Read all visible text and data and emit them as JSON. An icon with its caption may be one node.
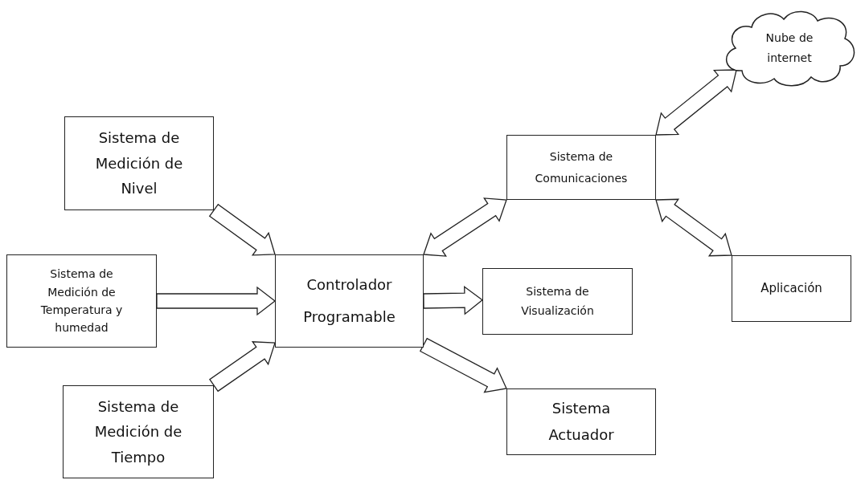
{
  "diagram": {
    "nodes": [
      {
        "text": [
          "Sistema de Medición de Nivel"
        ]
      },
      {
        "text": [
          "Sistema de Medición de Temperatura y humedad"
        ]
      },
      {
        "text": [
          "Controlador Programable"
        ]
      },
      {
        "text": [
          "Sistema de Medición de Tiempo"
        ]
      },
      {
        "text": [
          "Sistema de Comunicaciones"
        ]
      },
      {
        "text": [
          "Nube de internet"
        ]
      },
      {
        "text": [
          "Sistema de Visualización"
        ]
      },
      {
        "text": [
          "Aplicación"
        ]
      },
      {
        "text": [
          "Sistema Actuador"
        ]
      }
    ],
    "edges": [
      {
        "from": 0,
        "to": 2,
        "arrow": "to"
      },
      {
        "from": 1,
        "to": 2,
        "arrow": "to"
      },
      {
        "from": 3,
        "to": 2,
        "arrow": "to"
      },
      {
        "from": 2,
        "to": 6,
        "arrow": "to"
      },
      {
        "from": 2,
        "to": 8,
        "arrow": "to"
      },
      {
        "from": 2,
        "to": 4,
        "arrow": "both"
      },
      {
        "from": 4,
        "to": 5,
        "arrow": "both"
      },
      {
        "from": 4,
        "to": 7,
        "arrow": "both"
      }
    ]
  }
}
